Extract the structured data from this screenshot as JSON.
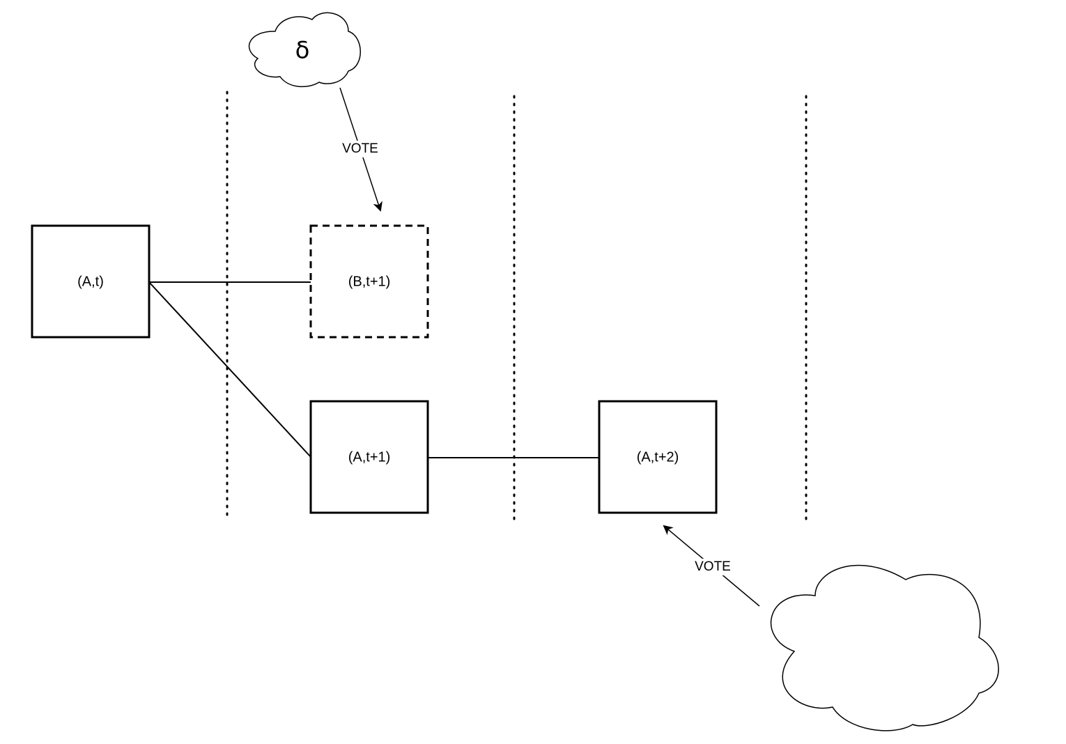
{
  "colors": {
    "stroke": "#000000",
    "background": "#ffffff"
  },
  "nodes": {
    "a_t": {
      "label": "(A,t)",
      "style": "solid"
    },
    "b_t1": {
      "label": "(B,t+1)",
      "style": "dashed"
    },
    "a_t1": {
      "label": "(A,t+1)",
      "style": "solid"
    },
    "a_t2": {
      "label": "(A,t+2)",
      "style": "solid"
    }
  },
  "clouds": {
    "top": {
      "label": "δ"
    },
    "bottom": {
      "label": ""
    }
  },
  "edges": {
    "vote_top": {
      "label": "VOTE"
    },
    "vote_bottom": {
      "label": "VOTE"
    }
  }
}
